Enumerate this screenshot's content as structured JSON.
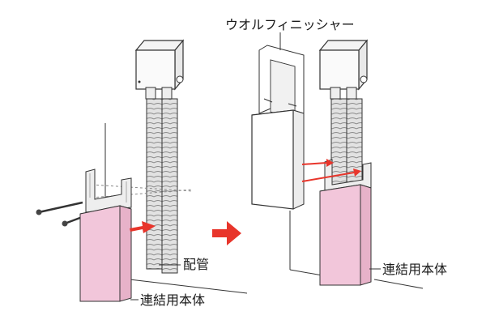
{
  "labels": {
    "finisher": "ウオルフィニッシャー",
    "piping": "配管",
    "body_left": "連結用本体",
    "body_right": "連結用本体"
  },
  "colors": {
    "pink_fill": "#f2c6da",
    "pink_edge": "#f7d9e6",
    "arrow_red": "#e8352b",
    "outline": "#333333",
    "pipe_grey": "#d7d7d7"
  },
  "icons": {
    "main_arrow": "right-arrow-icon",
    "insert_arrows": "red-arrow-icon"
  }
}
